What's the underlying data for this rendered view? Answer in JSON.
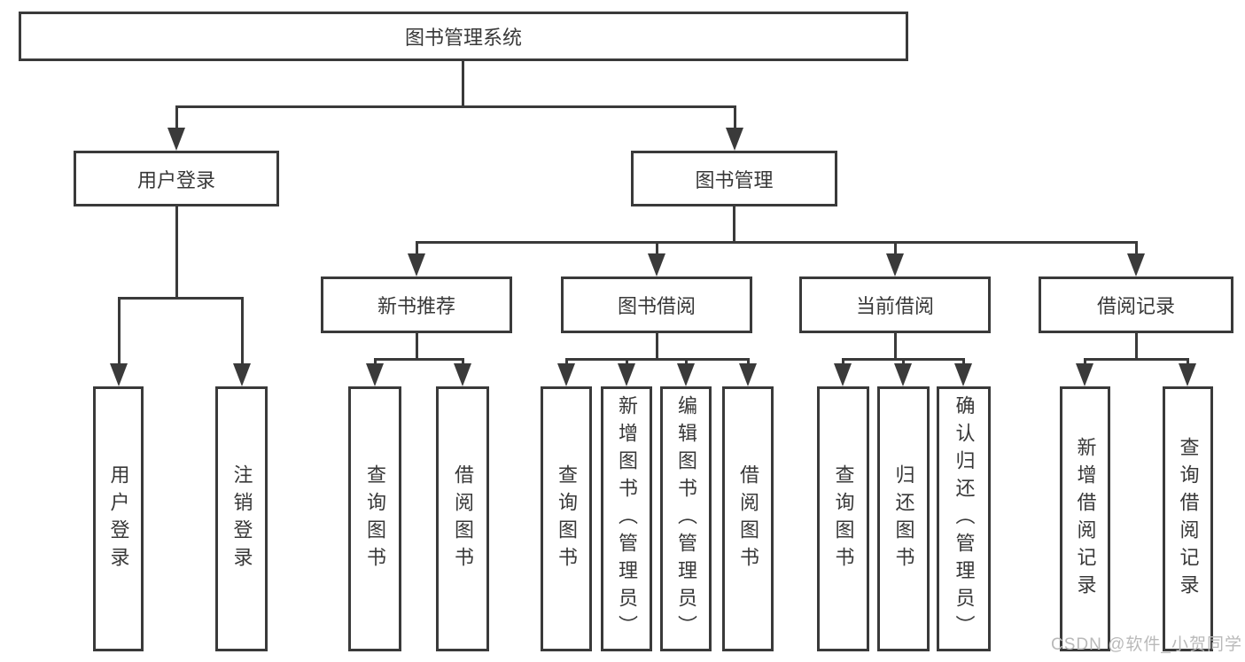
{
  "diagram": {
    "root": {
      "label": "图书管理系统"
    },
    "level2": [
      {
        "label": "用户登录"
      },
      {
        "label": "图书管理"
      }
    ],
    "level3": [
      {
        "label": "新书推荐"
      },
      {
        "label": "图书借阅"
      },
      {
        "label": "当前借阅"
      },
      {
        "label": "借阅记录"
      }
    ],
    "leaves": {
      "user_login": [
        "用户登录",
        "注销登录"
      ],
      "new_book": [
        "查询图书",
        "借阅图书"
      ],
      "book_borrow": [
        "查询图书",
        "新增图书（管理员）",
        "编辑图书（管理员）",
        "借阅图书"
      ],
      "current_borrow": [
        "查询图书",
        "归还图书",
        "确认归还（管理员）"
      ],
      "borrow_records": [
        "新增借阅记录",
        "查询借阅记录"
      ]
    }
  },
  "watermark": "CSDN @软件_小贺同学",
  "colors": {
    "line": "#3a3a3a",
    "text": "#383838",
    "watermark": "#b9b9b9",
    "background": "#ffffff"
  }
}
